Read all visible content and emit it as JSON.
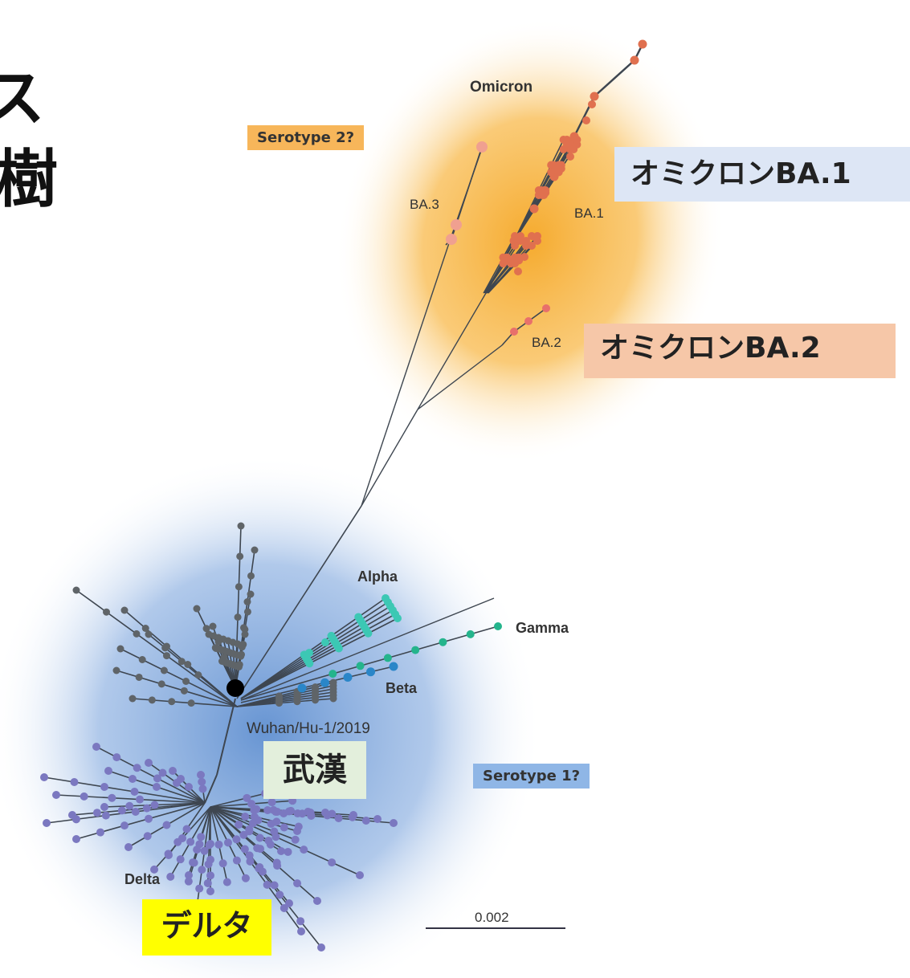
{
  "title": {
    "line1": "ス",
    "line2": "樹"
  },
  "clade_labels": {
    "omicron": "Omicron",
    "ba1": "BA.1",
    "ba2": "BA.2",
    "ba3": "BA.3",
    "alpha": "Alpha",
    "gamma": "Gamma",
    "beta": "Beta",
    "delta": "Delta",
    "root": "Wuhan/Hu-1/2019"
  },
  "serotype_tags": {
    "serotype2": "Serotype 2?",
    "serotype1": "Serotype 1?"
  },
  "annotations": {
    "omicron_ba1": "オミクロンBA.1",
    "omicron_ba2": "オミクロンBA.2",
    "wuhan": "武漢",
    "delta": "デルタ"
  },
  "scale_bar": {
    "label": "0.002"
  },
  "colors": {
    "omicron_glow": "#f5a623",
    "serotype1_glow": "#6b9bd8",
    "ba1_node": "#e0704f",
    "ba2_node": "#e8706b",
    "ba3_node": "#f0a090",
    "wuhan_node": "#5f6468",
    "alpha_node": "#3cc8b4",
    "gamma_node": "#24b48c",
    "beta_node": "#2a86c8",
    "delta_node": "#7b78c0",
    "tag_serotype2": "#f7b65a",
    "tag_serotype1": "#8fb6e6",
    "box_ba1": "#dde6f5",
    "box_ba2": "#f6c7a8",
    "box_wuhan": "#e3efdc",
    "box_delta": "#ffff00"
  }
}
